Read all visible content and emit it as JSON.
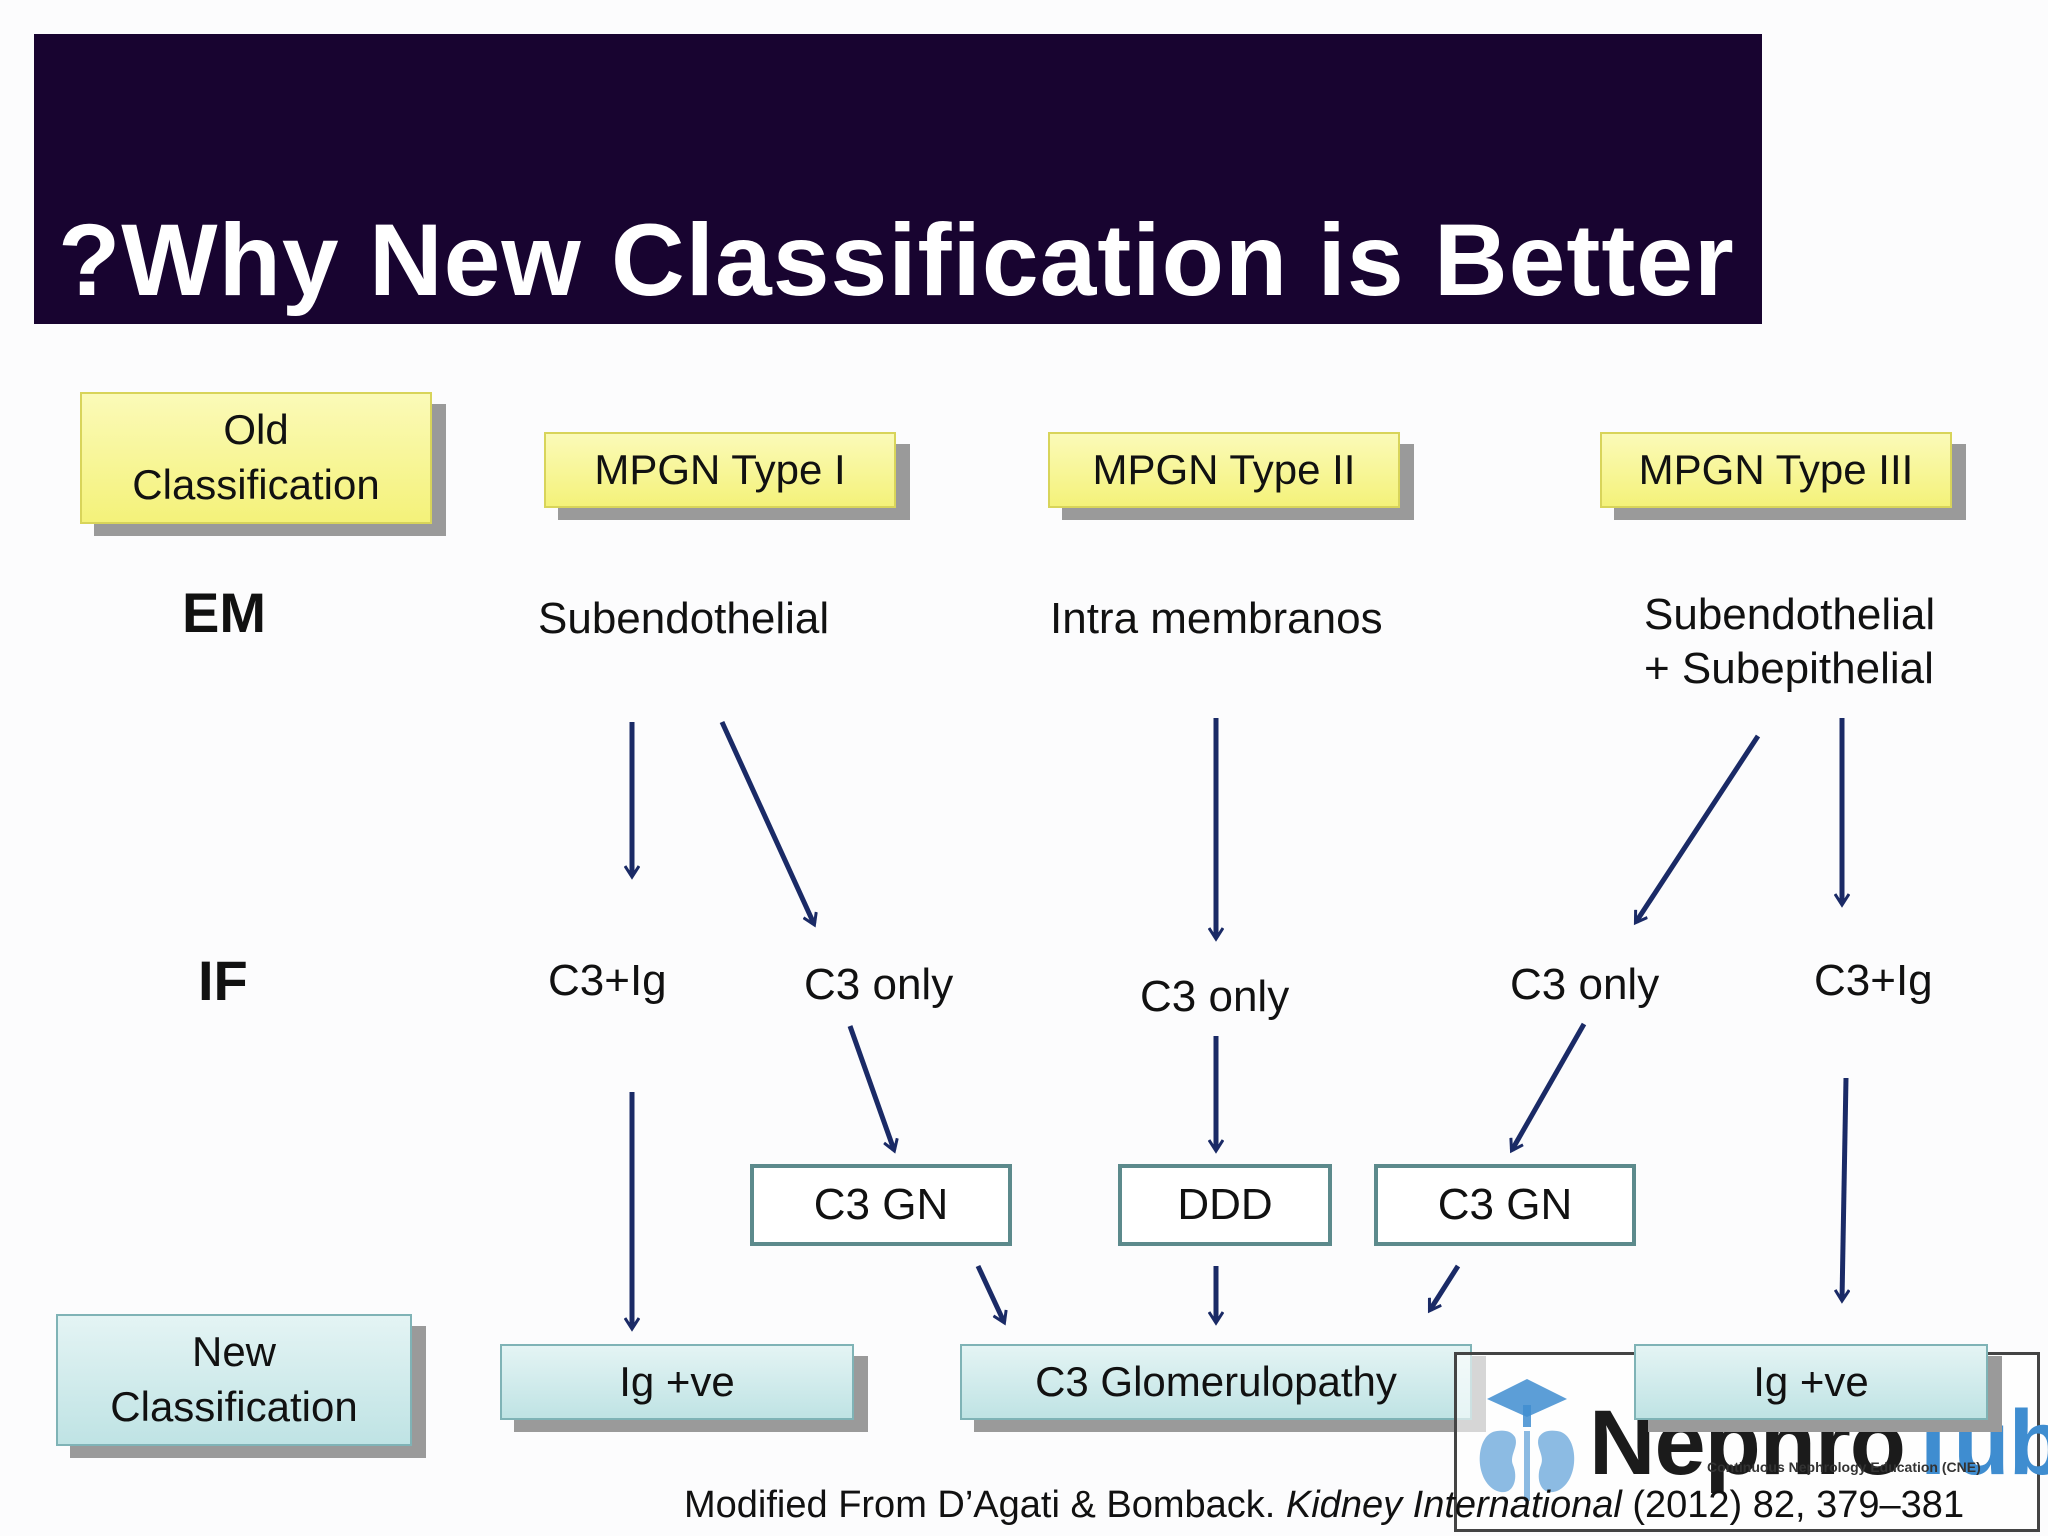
{
  "title": "?Why New Classification is Better",
  "old_classification": "Old Classification",
  "new_classification": "New Classification",
  "types": [
    "MPGN Type I",
    "MPGN Type II",
    "MPGN Type III"
  ],
  "row_labels": {
    "em": "EM",
    "if": "IF"
  },
  "em": {
    "type1": "Subendothelial",
    "type2": "Intra membranos",
    "type3_line1": "Subendothelial",
    "type3_line2": "+ Subepithelial"
  },
  "if": {
    "t1_a": "C3+Ig",
    "t1_b": "C3 only",
    "t2": "C3 only",
    "t3_a": "C3 only",
    "t3_b": "C3+Ig"
  },
  "middle": {
    "c3gn_left": "C3 GN",
    "ddd": "DDD",
    "c3gn_right": "C3 GN"
  },
  "results": {
    "ig_left": "Ig +ve",
    "c3g": "C3 Glomerulopathy",
    "ig_right": "Ig +ve"
  },
  "logo": {
    "word_a": "Nephro",
    "word_b": "Tube",
    "subtitle": "Continuous Nephrology Education (CNE)"
  },
  "citation": {
    "prefix": "Modified From D’Agati & Bomback. ",
    "journal": "Kidney International",
    "suffix": " (2012) 82, 379–381"
  },
  "colors": {
    "title_bg": "#180430",
    "arrow": "#1a2a66",
    "yellow_box": "#f6f590",
    "teal_box": "#cde9ea",
    "outline_box": "#5c8a8c"
  }
}
